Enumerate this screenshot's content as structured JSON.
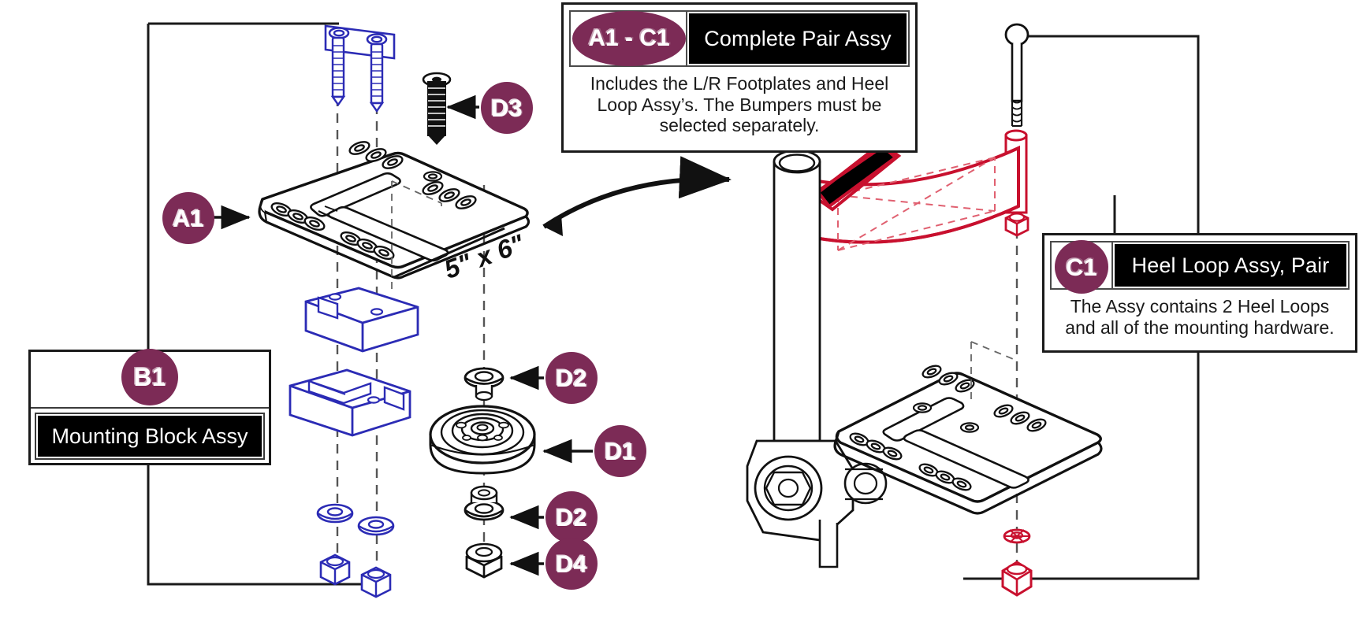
{
  "diagram": {
    "title": "Footplate and Heel Loop Exploded Assembly Diagram",
    "accent_color": "#7c2b56",
    "line_color": "#1a1a1a",
    "highlight_color": "#0b1f8f",
    "red_color": "#d81f26"
  },
  "callouts": [
    {
      "id": "a1-c1",
      "badge": "A1 - C1",
      "badge_shape": "ellipse",
      "title": "Complete Pair Assy",
      "description": "Includes the L/R Footplates and Heel Loop Assy’s. The Bumpers must be selected separately."
    },
    {
      "id": "c1",
      "badge": "C1",
      "badge_shape": "circle",
      "title": "Heel Loop Assy, Pair",
      "description": "The Assy contains 2 Heel Loops and all of the mounting hardware."
    },
    {
      "id": "b1",
      "badge": "B1",
      "badge_shape": "circle",
      "title": "Mounting Block Assy",
      "description": ""
    }
  ],
  "part_badges": [
    {
      "id": "a1",
      "label": "A1",
      "part": "footplate"
    },
    {
      "id": "d3",
      "label": "D3",
      "part": "socket-head-screw"
    },
    {
      "id": "d2-upper",
      "label": "D2",
      "part": "washer"
    },
    {
      "id": "d1",
      "label": "D1",
      "part": "bumper-wheel"
    },
    {
      "id": "d2-lower",
      "label": "D2",
      "part": "spacer"
    },
    {
      "id": "d4",
      "label": "D4",
      "part": "lock-nut"
    }
  ],
  "annotations": [
    {
      "id": "footplate-size",
      "text": "5\" x 6\""
    }
  ],
  "icons": {
    "arrow": "arrow-icon",
    "leader_line": "leader-line-icon"
  }
}
